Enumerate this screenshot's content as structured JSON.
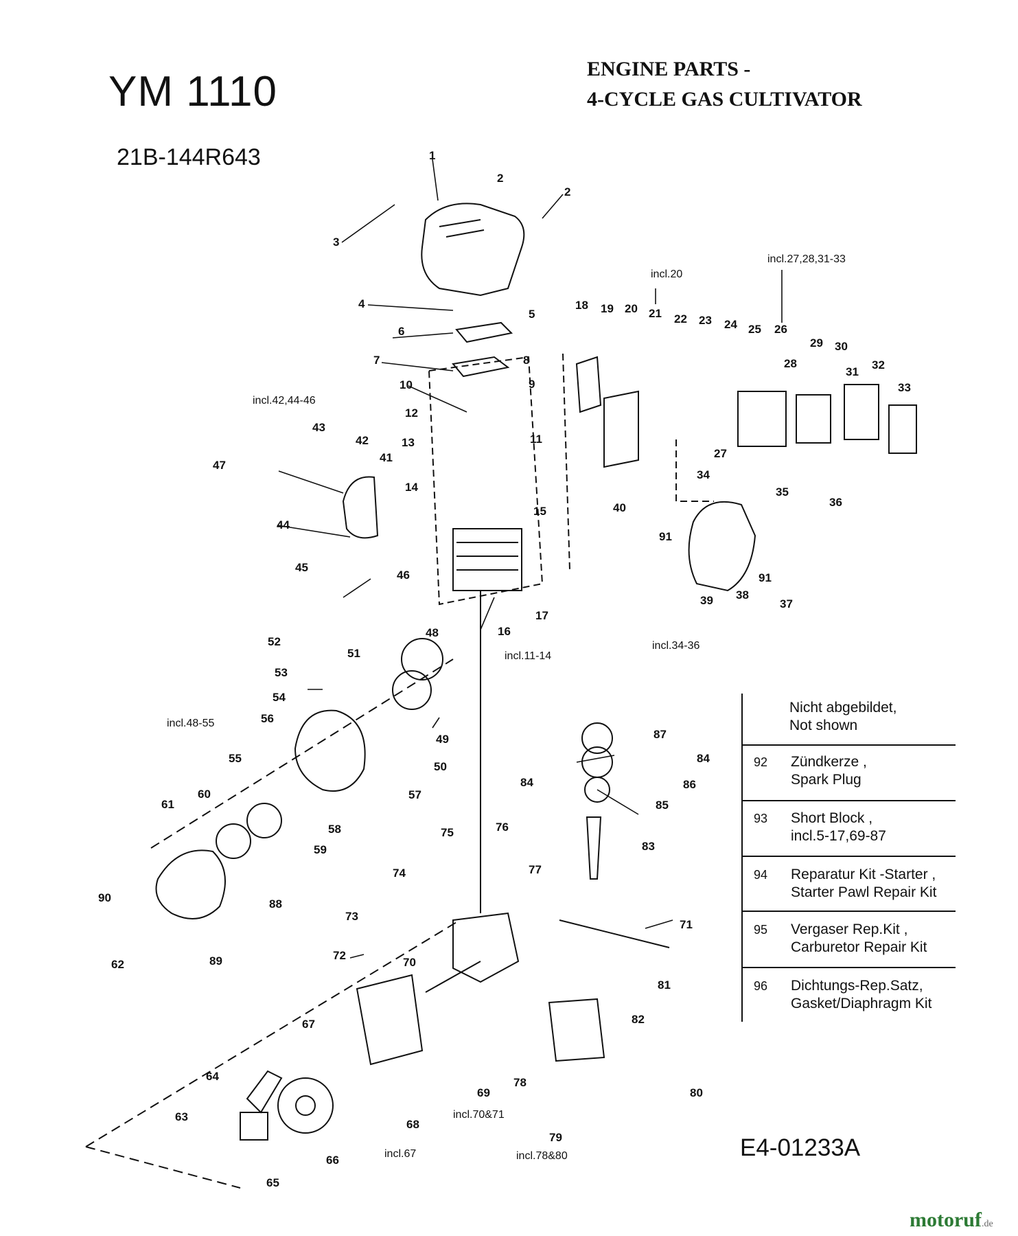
{
  "header": {
    "model": "YM 1110",
    "sku": "21B-144R643",
    "title_line1": "ENGINE PARTS -",
    "title_line2": "4-CYCLE GAS CULTIVATOR"
  },
  "doc_number": "E4-01233A",
  "watermark": {
    "brand": "motoruf",
    "tld": ".de"
  },
  "notes": {
    "n1": "incl.20",
    "n2": "incl.27,28,31-33",
    "n3": "incl.42,44-46",
    "n4": "incl.11-14",
    "n5": "incl.34-36",
    "n6": "incl.48-55",
    "n7": "incl.70&71",
    "n8": "incl.67",
    "n9": "incl.78&80"
  },
  "legend": {
    "heading_line1": "Nicht abgebildet,",
    "heading_line2": "Not shown",
    "rows": [
      {
        "number": "92",
        "line1": "Zündkerze ,",
        "line2": "Spark Plug"
      },
      {
        "number": "93",
        "line1": "Short Block ,",
        "line2": "incl.5-17,69-87"
      },
      {
        "number": "94",
        "line1": "Reparatur Kit -Starter ,",
        "line2": "Starter Pawl Repair Kit"
      },
      {
        "number": "95",
        "line1": "Vergaser Rep.Kit ,",
        "line2": "Carburetor Repair Kit"
      },
      {
        "number": "96",
        "line1": "Dichtungs-Rep.Satz,",
        "line2": "Gasket/Diaphragm Kit"
      }
    ]
  },
  "callouts": [
    "1",
    "2",
    "2",
    "3",
    "4",
    "5",
    "6",
    "7",
    "8",
    "9",
    "10",
    "11",
    "12",
    "13",
    "14",
    "15",
    "16",
    "17",
    "18",
    "19",
    "20",
    "21",
    "22",
    "23",
    "24",
    "25",
    "26",
    "27",
    "28",
    "29",
    "30",
    "31",
    "32",
    "33",
    "34",
    "35",
    "36",
    "37",
    "38",
    "39",
    "40",
    "41",
    "42",
    "43",
    "44",
    "45",
    "46",
    "47",
    "48",
    "49",
    "50",
    "51",
    "52",
    "53",
    "54",
    "55",
    "56",
    "57",
    "58",
    "59",
    "60",
    "61",
    "62",
    "63",
    "64",
    "65",
    "66",
    "67",
    "68",
    "69",
    "70",
    "71",
    "72",
    "73",
    "74",
    "75",
    "76",
    "77",
    "78",
    "79",
    "80",
    "81",
    "82",
    "83",
    "84",
    "84",
    "85",
    "86",
    "87",
    "88",
    "89",
    "90",
    "91",
    "91"
  ]
}
